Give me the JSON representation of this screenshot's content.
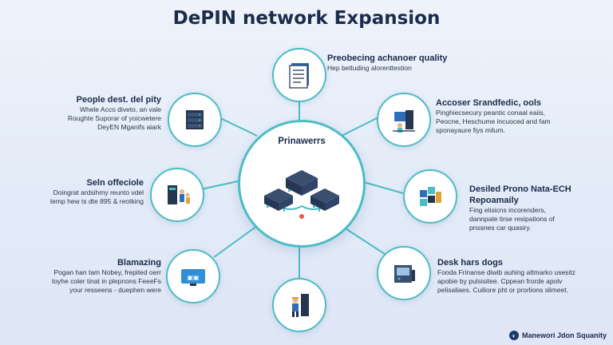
{
  "title": "DePIN network Expansion",
  "hub": {
    "label": "Prinawerrs"
  },
  "nodes": [
    {
      "heading": "Preobecing achanoer quality",
      "lines": [
        "Hep betluding alorenttestion"
      ],
      "icon": "document-icon"
    },
    {
      "heading": "People dest. del pity",
      "lines": [
        "Whele Acco diveto, an vale",
        "Roughte Suporar of yoicwetere",
        "DeyEN Mganifs aiark"
      ],
      "icon": "server-rack-icon"
    },
    {
      "heading": "Accoser Srandfedic, ools",
      "lines": [
        "Pinghiecsecury peantic conaal eaiis,",
        "Peocne, Heschume incuoced and fam",
        "sponayaure fiys milum."
      ],
      "icon": "workstation-icon"
    },
    {
      "heading": "Seln offeciole",
      "lines": [
        "Doingrat ardsihmy reunto vdel",
        "temp hew ts dte 895 & reotking"
      ],
      "icon": "people-server-icon"
    },
    {
      "heading": "Desiled Prono Nata-ECH Repoamaily",
      "lines": [
        "Fing elisicns incorenders,",
        "dannpate tirse resipations of",
        "pnssnes car quasiry."
      ],
      "icon": "data-blocks-icon"
    },
    {
      "heading": "Blamazing",
      "lines": [
        "Pogan han tam Nobey, frepited oerr",
        "toyhe coler tinat in plepnons FeeeFs",
        "your resseens - duephen were"
      ],
      "icon": "screen-logo-icon"
    },
    {
      "heading": "Desk hars dogs",
      "lines": [
        "Fooda Frinanse diwib auhing altmarko usesitz",
        "apobie by pulsisitee. Cppean frorde apolv",
        "pelisaliaes. Cuiliore pht or prorlions slimeet."
      ],
      "icon": "machine-icon"
    },
    {
      "heading": "",
      "lines": [],
      "icon": "worker-icon"
    }
  ],
  "footer": {
    "text": "Manewori Jdon Squanity"
  },
  "colors": {
    "accent": "#4cbcc4",
    "navy": "#1b2b4b",
    "background": "#e6edf8"
  }
}
